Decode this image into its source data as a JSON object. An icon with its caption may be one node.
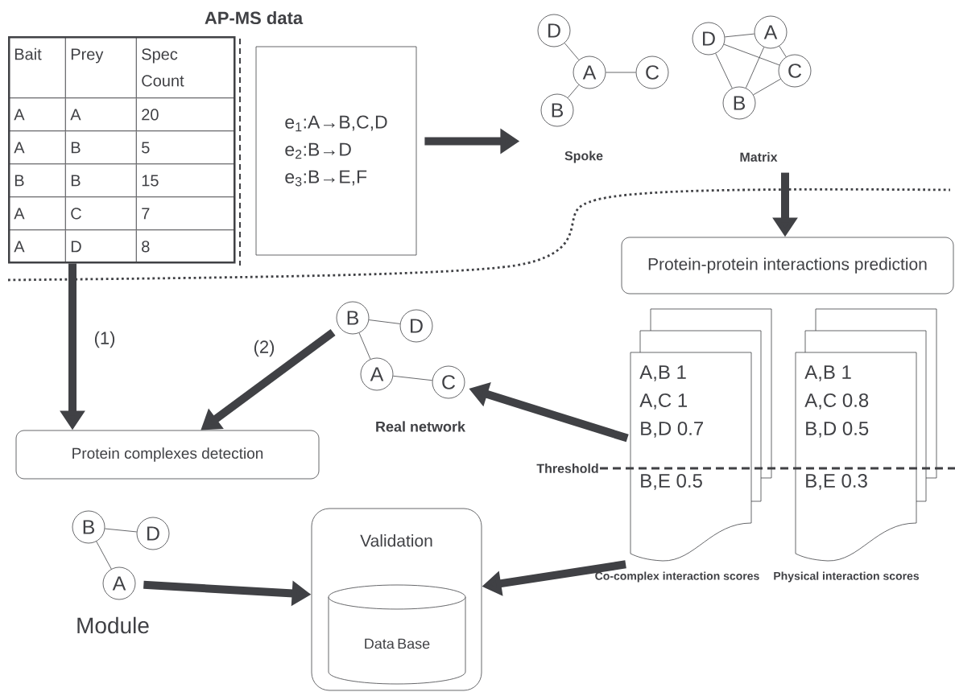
{
  "diagram": {
    "nodes": [
      {
        "text": [
          "Bait",
          "Prey",
          "Spec Count",
          "A",
          "A",
          "20",
          "A",
          "B",
          "5",
          "B",
          "B",
          "15",
          "A",
          "C",
          "7",
          "A",
          "D",
          "8"
        ]
      },
      {
        "text": [
          "e$_{1}$:A→B,C,D",
          "e$_{2}$:B→D",
          "e$_{3}$:B→E,F"
        ]
      },
      {
        "text": [
          "D"
        ]
      },
      {
        "text": [
          "A"
        ]
      },
      {
        "text": [
          "C"
        ]
      },
      {
        "text": [
          "B"
        ]
      },
      {
        "text": [
          "D"
        ]
      },
      {
        "text": [
          "A"
        ]
      },
      {
        "text": [
          "C"
        ]
      },
      {
        "text": [
          "B"
        ]
      },
      {
        "text": [
          "Protein-protein interactions prediction"
        ]
      },
      {
        "text": [
          "B"
        ]
      },
      {
        "text": [
          "D"
        ]
      },
      {
        "text": [
          "A"
        ]
      },
      {
        "text": [
          "C"
        ]
      },
      {
        "text": [
          "A,B 1",
          "A,C 1",
          "B,D 0.7",
          "B,E 0.5"
        ],
        "beside": [
          "Co-complex interaction scores"
        ]
      },
      {
        "text": [
          "A,B 1",
          "A,C 0.8",
          "B,D 0.5",
          "B,E 0.3"
        ],
        "beside": [
          "Physical interaction scores"
        ]
      },
      {
        "text": [
          "Protein complexes detection"
        ]
      },
      {
        "text": [
          "B"
        ]
      },
      {
        "text": [
          "D"
        ]
      },
      {
        "text": [
          "A"
        ]
      },
      {
        "text": [
          "Validation"
        ]
      },
      {
        "text": [
          "Data Base"
        ],
        "in": 21
      }
    ],
    "edges": [
      {
        "from": 1,
        "to": null,
        "arrow": "to",
        "style": "thick"
      },
      {
        "from": 2,
        "to": 3,
        "arrow": "none"
      },
      {
        "from": 3,
        "to": 4,
        "arrow": "none"
      },
      {
        "from": 3,
        "to": 5,
        "arrow": "none"
      },
      {
        "from": 6,
        "to": 7,
        "arrow": "none"
      },
      {
        "from": 7,
        "to": 8,
        "arrow": "none"
      },
      {
        "from": 6,
        "to": 8,
        "arrow": "none"
      },
      {
        "from": 6,
        "to": 9,
        "arrow": "none"
      },
      {
        "from": 7,
        "to": 9,
        "arrow": "none"
      },
      {
        "from": 9,
        "to": 8,
        "arrow": "none"
      },
      {
        "from": null,
        "to": 10,
        "arrow": "to",
        "style": "thick"
      },
      {
        "from": 11,
        "to": 12,
        "arrow": "none"
      },
      {
        "from": 11,
        "to": 13,
        "arrow": "none"
      },
      {
        "from": 13,
        "to": 14,
        "arrow": "none"
      },
      {
        "from": 15,
        "to": 14,
        "arrow": "to",
        "style": "thick"
      },
      {
        "from": 11,
        "to": 17,
        "arrow": "to",
        "style": "thick",
        "label": "(2)"
      },
      {
        "from": 0,
        "to": 17,
        "arrow": "to",
        "style": "thick",
        "label": "(1)"
      },
      {
        "from": 18,
        "to": 19,
        "arrow": "none"
      },
      {
        "from": 18,
        "to": 20,
        "arrow": "none"
      },
      {
        "from": 20,
        "to": 21,
        "arrow": "to",
        "style": "thick"
      },
      {
        "from": 15,
        "to": 21,
        "arrow": "to",
        "style": "thick"
      }
    ],
    "labels": [
      "AP-MS data",
      "Spoke",
      "Matrix",
      "Real network",
      "Threshold",
      "Module"
    ]
  }
}
